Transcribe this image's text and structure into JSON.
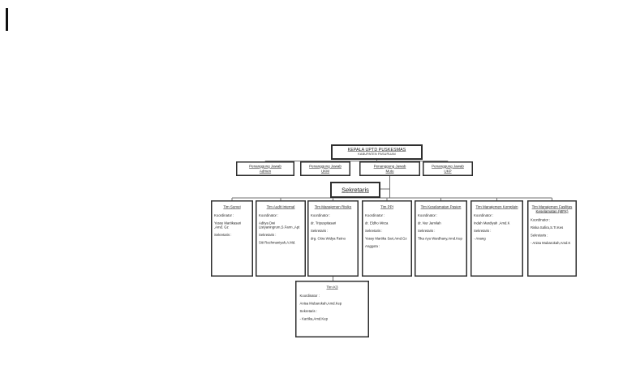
{
  "org_chart": {
    "root": {
      "title": "KEPALA UPTD PUSKESMAS",
      "subtitle": "KABUPATEN PASURUAN"
    },
    "managers": [
      {
        "line1": "Penanggung Jawab",
        "line2": "Admen"
      },
      {
        "line1": "Penanggung Jawab",
        "line2": "UKM"
      },
      {
        "line1": "Penanggung Jawab",
        "line2": "Mutu"
      },
      {
        "line1": "Penanggung Jawab",
        "line2": "UKP"
      }
    ],
    "sekretaris_label": "Sekretaris",
    "teams": [
      {
        "title": "Tim Survei",
        "body": [
          "Koordinator :",
          "Yessy Martikasari ,Amd. Gz",
          "Sekretaris :"
        ]
      },
      {
        "title": "Tim Audit Internal",
        "body": [
          "Koordinator :",
          "Aditya Dwi Listyaningrum,S.Farm.,Apt",
          "Sekretaris :",
          "Siti Rochmaniyah,A.Md."
        ]
      },
      {
        "title": "Tim Manajemen Risiko",
        "body": [
          "Koordinator :",
          "dr. Tripuspitasari",
          "Sekretaris :",
          "drg. Citra Widya Retno"
        ]
      },
      {
        "title": "Tim PPI",
        "body": [
          "Koordinator :",
          "dr. Eldho Mirza",
          "Sekretaris :",
          "Yessy Martika Sari,Amd.Gz",
          "Anggota :"
        ]
      },
      {
        "title": "Tim Keselamatan Pasien",
        "body": [
          "Koordinator :",
          "dr. Nur Jamilah",
          "Sekretaris :",
          "Tika Ayu Wardhany,Amd.Kep"
        ]
      },
      {
        "title": "Tim Manajemen Komplain",
        "body": [
          "Koordinator :",
          "Indah Mardiyah ,Amd.K",
          "Sekretaris :",
          "- Anang"
        ]
      },
      {
        "title": "Tim Manajemen Fasilitas Keselamatan (MFK)",
        "body": [
          "Koordinator :",
          "Riska Safira,S.Tr.Kes",
          "Sekretaris :",
          "- Anisa Mubarokah,Amd.K"
        ]
      }
    ],
    "k3": {
      "title": "Tim K3",
      "body": [
        "Koordinator :",
        "Anisa Mubarokah,Amd.Kep",
        "Sekretaris :",
        "- Kartika,Amd.Kep"
      ]
    }
  },
  "colors": {
    "border": "#2e2e2e",
    "connector": "#6f6f6f",
    "text": "#1a1a1a"
  }
}
